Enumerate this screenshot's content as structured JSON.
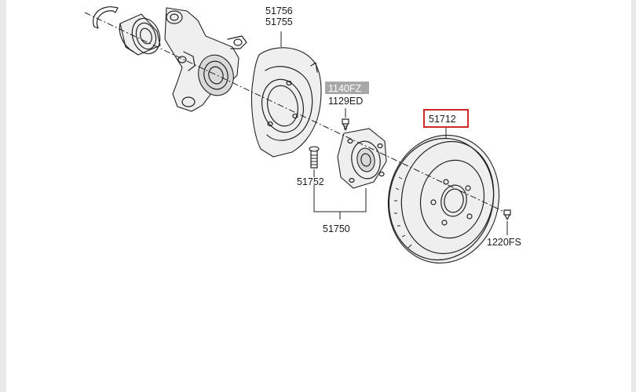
{
  "labels": {
    "shield_line1": "51756",
    "shield_line2": "51755",
    "bolt_superseded": "1140FZ",
    "bolt_current": "1129ED",
    "disc": "51712",
    "stud": "51752",
    "hub_assembly": "51750",
    "disc_screw": "1220FS"
  },
  "colors": {
    "highlight_box": "#d0282a",
    "superseded_bg": "#a8a8a8",
    "page_bg": "#e9e9e9",
    "sheet_bg": "#ffffff"
  }
}
